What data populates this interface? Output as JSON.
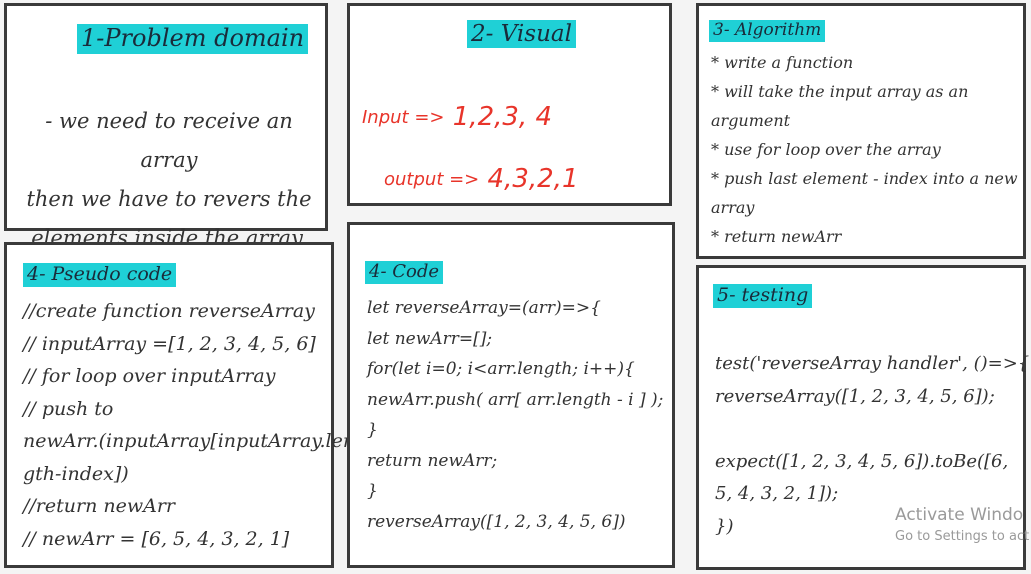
{
  "problem": {
    "title": "1-Problem domain",
    "lines": [
      "- we need to  receive an array",
      "then we have to revers the",
      "elements inside the array."
    ]
  },
  "visual": {
    "title": "2- Visual",
    "input_label": "Input =>",
    "input_values": "1,2,3, 4",
    "output_label": "output =>",
    "output_values": "4,3,2,1",
    "ink_color": "#e8342a"
  },
  "algorithm": {
    "title": "3- Algorithm",
    "lines": [
      "* write a function",
      "* will take the input array as an",
      "argument",
      "* use for loop over the array",
      "* push last element - index into a new",
      "array",
      "* return newArr"
    ]
  },
  "pseudo": {
    "title": "4- Pseudo code",
    "lines": [
      "//create function reverseArray",
      "// inputArray =[1, 2, 3, 4, 5, 6]",
      "// for loop over inputArray",
      "// push to",
      "newArr.(inputArray[inputArray.len",
      "gth-index])",
      "//return newArr",
      "// newArr = [6, 5, 4, 3, 2, 1]"
    ]
  },
  "code": {
    "title": "4- Code",
    "lines": [
      "let reverseArray=(arr)=>{",
      "let newArr=[];",
      "for(let i=0; i<arr.length; i++){",
      "newArr.push( arr[ arr.length - i ] );",
      "}",
      "return newArr;",
      "}",
      "reverseArray([1, 2, 3, 4, 5, 6])"
    ]
  },
  "testing": {
    "title": "5- testing",
    "lines": [
      "test('reverseArray handler', ()=>{",
      "reverseArray([1, 2, 3, 4, 5, 6]);",
      "",
      "expect([1, 2, 3, 4, 5, 6]).toBe([6,",
      "5, 4, 3, 2, 1]);",
      "})"
    ]
  },
  "watermark": {
    "line1": "Activate Windo",
    "line2": "Go to Settings to act"
  },
  "colors": {
    "highlight": "#1fd0d6",
    "border": "#3a3a3a",
    "annotation_red": "#e8342a"
  }
}
